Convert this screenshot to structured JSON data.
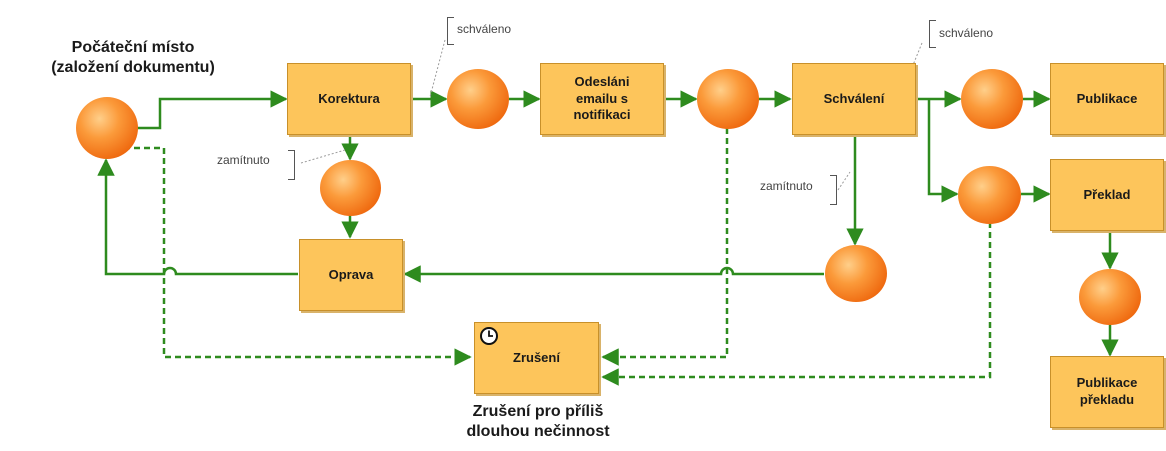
{
  "start_label": "Počáteční místo\n(založení dokumentu)",
  "transitions": {
    "korektura": "Korektura",
    "odeslani": "Odesláni\nemailu s\nnotifikaci",
    "schvaleni": "Schválení",
    "publikace": "Publikace",
    "preklad": "Překlad",
    "publikace_prekladu": "Publikace\npřekladu",
    "oprava": "Oprava",
    "zruseni": "Zrušení"
  },
  "annotations": {
    "schvaleno_1": "schváleno",
    "schvaleno_2": "schváleno",
    "zamitnuto_1": "zamítnuto",
    "zamitnuto_2": "zamítnuto"
  },
  "cancel_caption": "Zrušení pro příliš\ndlouhou nečinnost",
  "icons": {
    "timer": "clock-icon"
  },
  "colors": {
    "box_fill": "#fdc55b",
    "place_fill": "#ef6a10",
    "arc": "#2e8b1e"
  }
}
